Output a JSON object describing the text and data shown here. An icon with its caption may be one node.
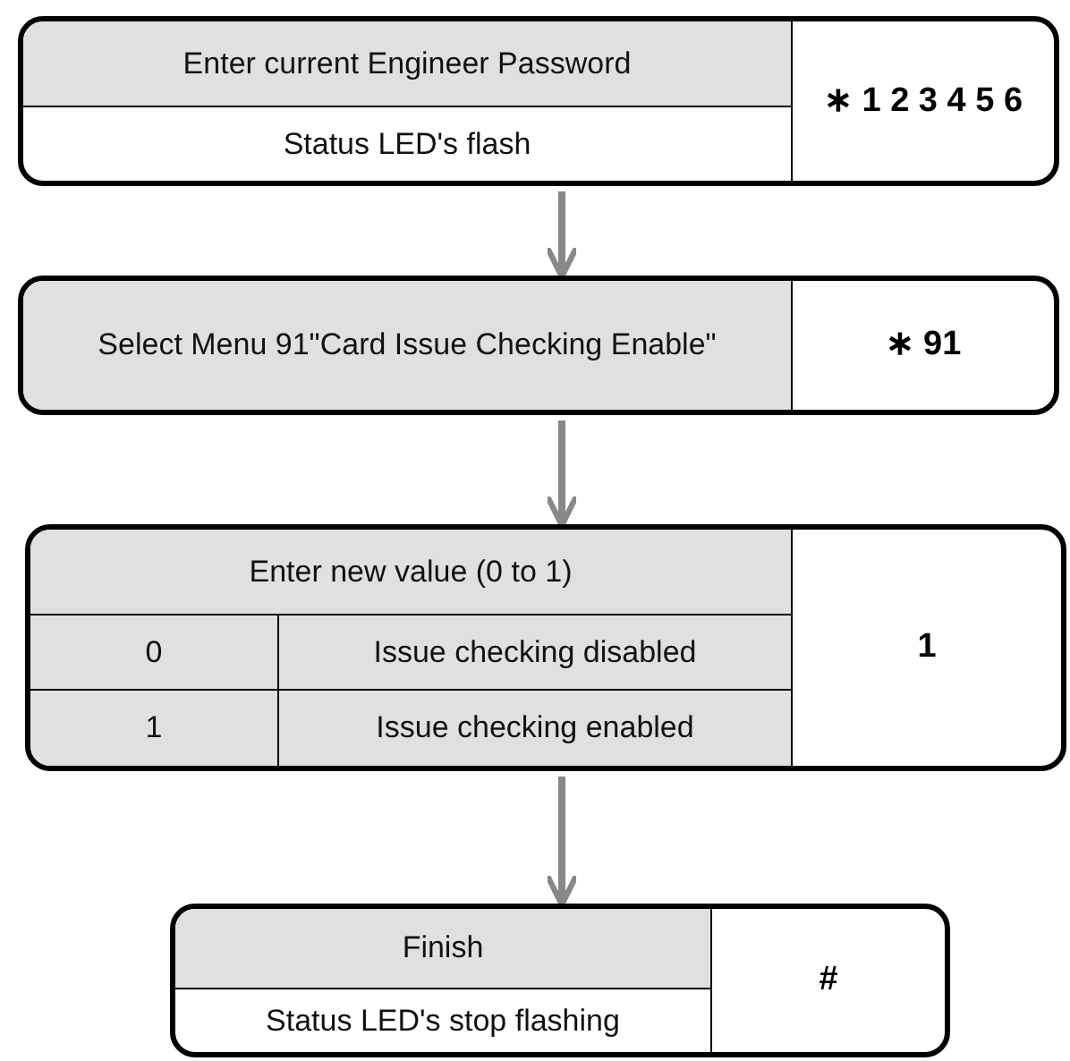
{
  "diagram": {
    "nodes": [
      {
        "text": [
          "Enter current Engineer Password",
          "Status LED's flash",
          "∗ 1 2 3 4 5 6"
        ]
      },
      {
        "text": [
          "Select Menu 91\"Card Issue Checking Enable\"",
          "∗ 91"
        ]
      },
      {
        "text": [
          "Enter new value (0 to 1)",
          "0",
          "Issue checking disabled",
          "1",
          "Issue checking enabled",
          "1"
        ]
      },
      {
        "text": [
          "Finish",
          "Status LED's stop flashing",
          "#"
        ]
      }
    ],
    "edges": [
      {
        "from": 0,
        "to": 1,
        "arrow": "to"
      },
      {
        "from": 1,
        "to": 2,
        "arrow": "to"
      },
      {
        "from": 2,
        "to": 3,
        "arrow": "to"
      }
    ]
  }
}
